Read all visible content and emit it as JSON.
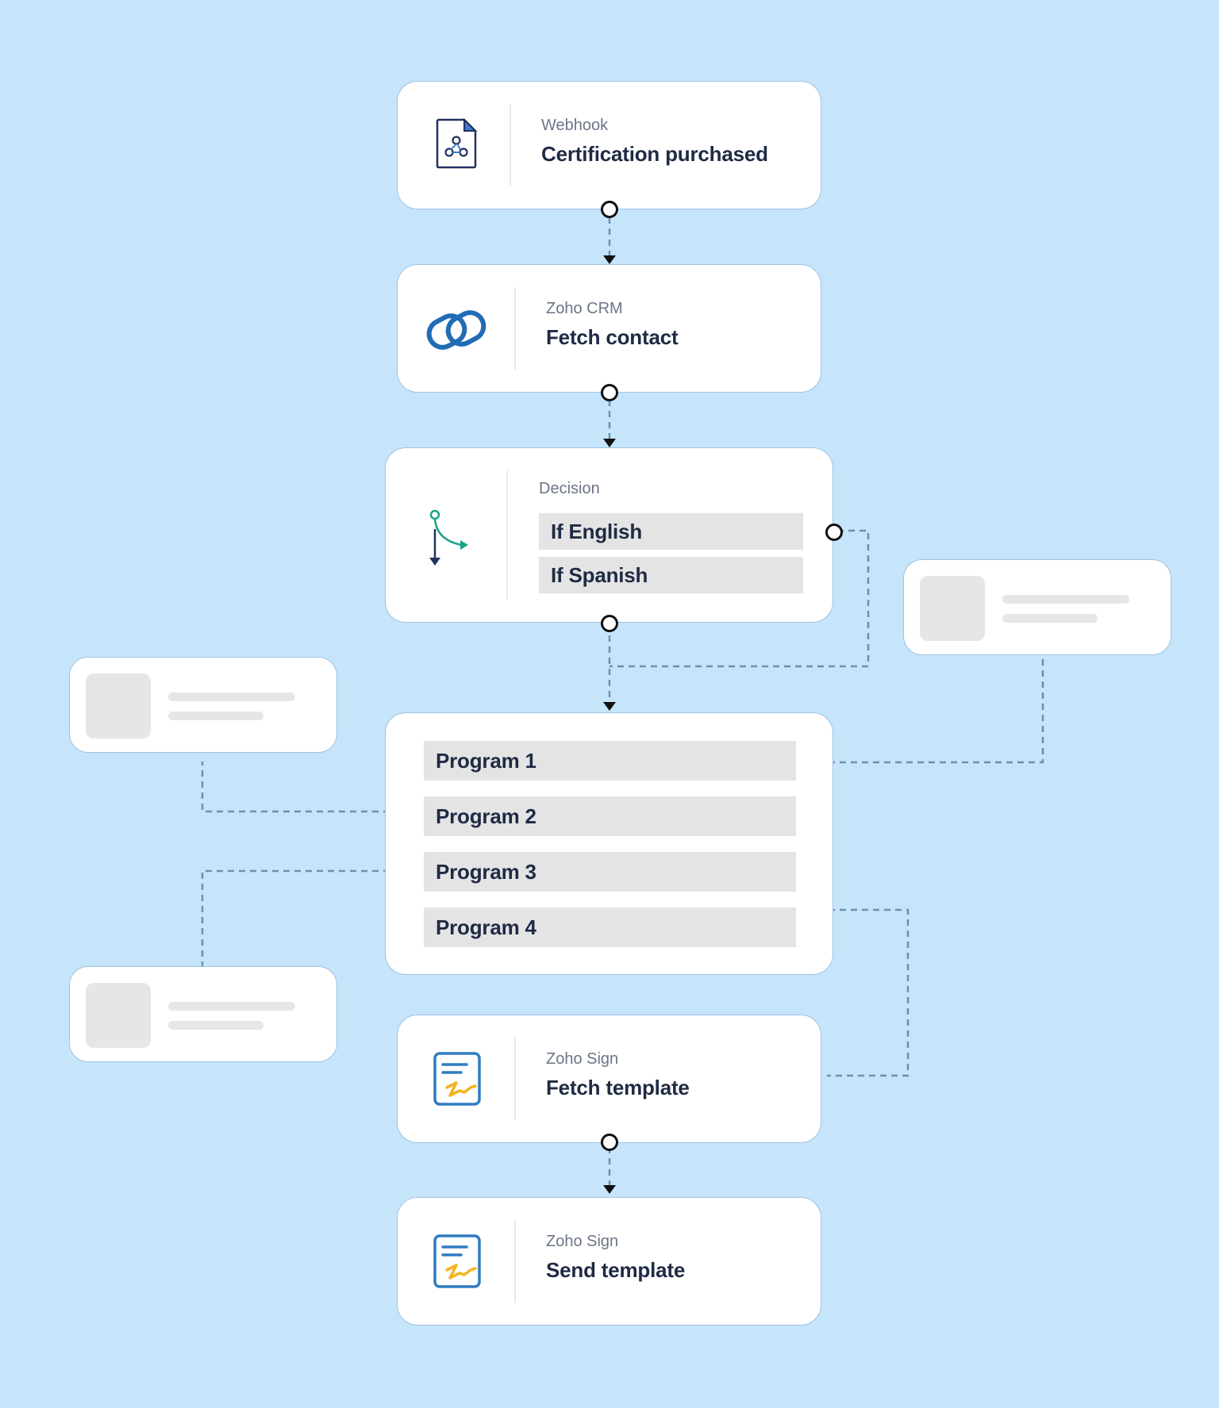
{
  "steps": [
    {
      "type": "Webhook",
      "title": "Certification purchased",
      "icon": "webhook-file-icon"
    },
    {
      "type": "Zoho CRM",
      "title": "Fetch contact",
      "icon": "zoho-crm-icon"
    },
    {
      "type": "Decision",
      "icon": "decision-branch-icon",
      "branches": [
        "If English",
        "If Spanish"
      ]
    },
    {
      "programs": [
        "Program 1",
        "Program 2",
        "Program 3",
        "Program 4"
      ]
    },
    {
      "type": "Zoho Sign",
      "title": "Fetch template",
      "icon": "zoho-sign-icon"
    },
    {
      "type": "Zoho Sign",
      "title": "Send template",
      "icon": "zoho-sign-icon"
    }
  ],
  "colors": {
    "background": "#c6e5fb",
    "card": "#ffffff",
    "row": "#e4e4e4",
    "connector": "#6f8fae",
    "crm_blue": "#226bb5",
    "decision_green": "#1aa386",
    "decision_navy": "#22315f",
    "sign_blue": "#2f7cc2",
    "sign_yellow": "#f5b320"
  }
}
